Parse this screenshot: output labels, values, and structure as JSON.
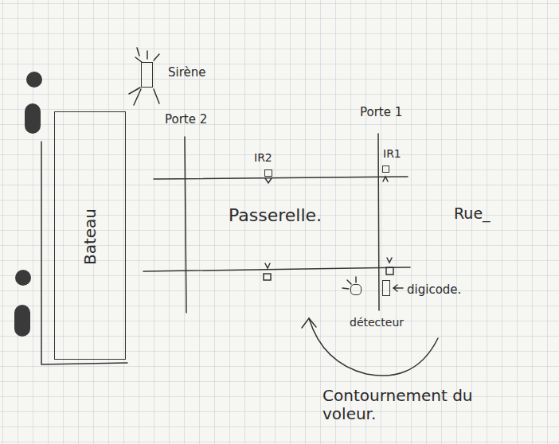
{
  "diagram": {
    "nodes": [
      {
        "text": [
          "Sirène"
        ]
      },
      {
        "text": [
          "Bateau"
        ]
      },
      {
        "text": [
          "IR2"
        ]
      },
      {
        "text": [
          "IR1"
        ]
      },
      {
        "text": [
          "détecteur"
        ]
      },
      {
        "text": [
          "digicode."
        ]
      }
    ],
    "labels": [
      "Porte 2",
      "Porte 1",
      "Passerelle.",
      "Rue_",
      "Contournement du voleur."
    ]
  }
}
